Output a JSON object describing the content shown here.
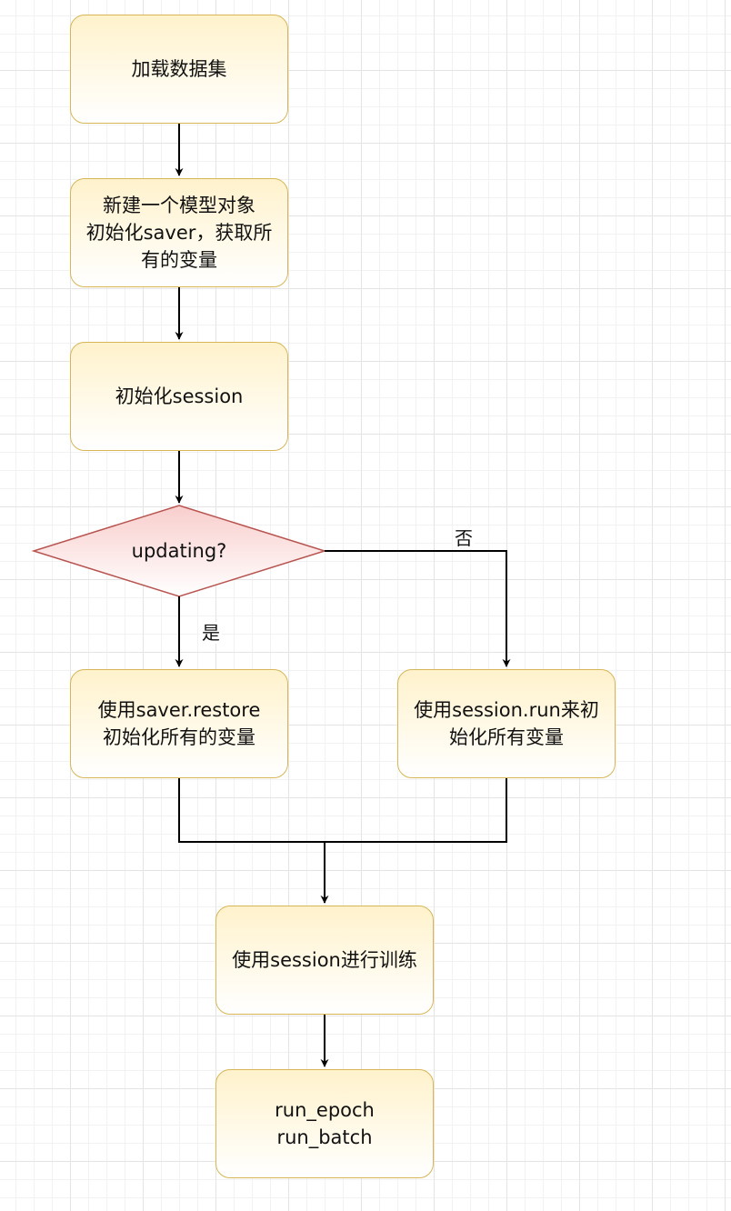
{
  "diagram": {
    "nodes": {
      "load_dataset": "加载数据集",
      "create_model": "新建一个模型对象\n初始化saver，获取所\n有的变量",
      "init_session": "初始化session",
      "decision": "updating?",
      "restore_vars": "使用saver.restore\n初始化所有的变量",
      "run_init_vars": "使用session.run来初\n始化所有变量",
      "train": "使用session进行训练",
      "run_loop": "run_epoch\nrun_batch"
    },
    "edges": {
      "yes_label": "是",
      "no_label": "否"
    },
    "colors": {
      "process_fill_top": "#fff2cc",
      "process_border": "#d6b656",
      "decision_fill_top": "#f8cecc",
      "decision_border": "#b85450",
      "edge": "#000000"
    }
  }
}
